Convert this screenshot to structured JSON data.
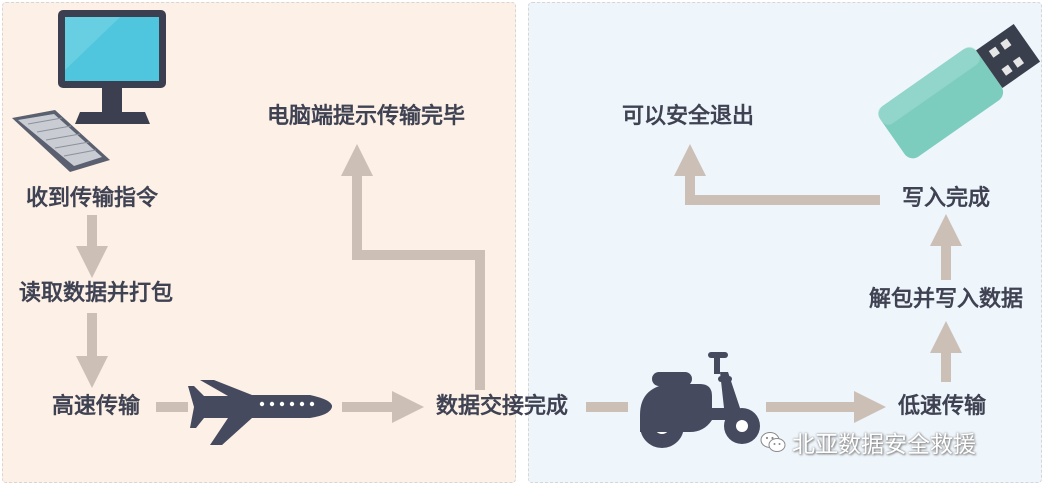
{
  "colors": {
    "left_panel_bg": "#fdf0e6",
    "right_panel_bg": "#eef5fb",
    "arrow": "#cbbfb6",
    "text": "#3f4252",
    "vehicle": "#454a5e",
    "monitor_screen": "#4fc6dd",
    "usb_body": "#7dcdbf"
  },
  "labels": {
    "receive": "收到传输指令",
    "read_pack": "读取数据并打包",
    "high_speed": "高速传输",
    "pc_done": "电脑端提示传输完毕",
    "handover": "数据交接完成",
    "low_speed": "低速传输",
    "unpack_write": "解包并写入数据",
    "write_done": "写入完成",
    "safe_exit": "可以安全退出"
  },
  "watermark": {
    "text": "北亚数据安全救援",
    "icon": "wechat-icon"
  },
  "icons": [
    "computer-icon",
    "airplane-icon",
    "scooter-icon",
    "usb-drive-icon"
  ]
}
